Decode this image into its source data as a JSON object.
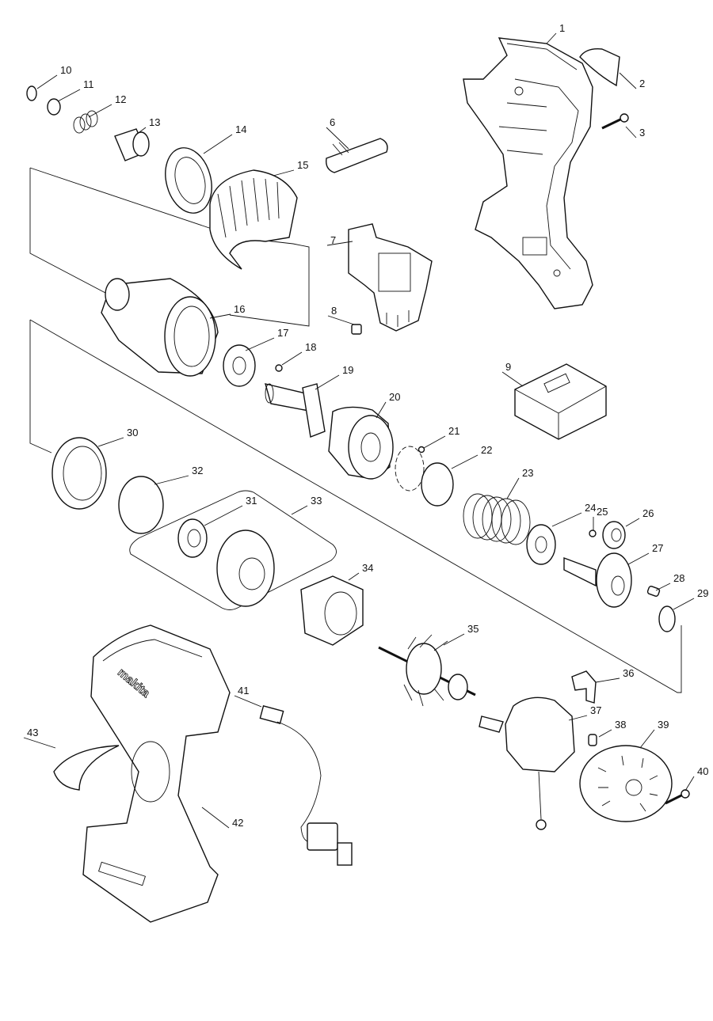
{
  "diagram": {
    "brand_mark": "makita",
    "parts": [
      {
        "id": "1"
      },
      {
        "id": "2"
      },
      {
        "id": "3"
      },
      {
        "id": "6"
      },
      {
        "id": "7"
      },
      {
        "id": "8"
      },
      {
        "id": "9"
      },
      {
        "id": "10"
      },
      {
        "id": "11"
      },
      {
        "id": "12"
      },
      {
        "id": "13"
      },
      {
        "id": "14"
      },
      {
        "id": "15"
      },
      {
        "id": "16"
      },
      {
        "id": "17"
      },
      {
        "id": "18"
      },
      {
        "id": "19"
      },
      {
        "id": "20"
      },
      {
        "id": "21"
      },
      {
        "id": "22"
      },
      {
        "id": "23"
      },
      {
        "id": "24"
      },
      {
        "id": "25"
      },
      {
        "id": "26"
      },
      {
        "id": "27"
      },
      {
        "id": "28"
      },
      {
        "id": "29"
      },
      {
        "id": "30"
      },
      {
        "id": "31"
      },
      {
        "id": "32"
      },
      {
        "id": "33"
      },
      {
        "id": "34"
      },
      {
        "id": "35"
      },
      {
        "id": "36"
      },
      {
        "id": "37"
      },
      {
        "id": "38"
      },
      {
        "id": "39"
      },
      {
        "id": "40"
      },
      {
        "id": "41"
      },
      {
        "id": "42"
      },
      {
        "id": "43"
      }
    ]
  }
}
